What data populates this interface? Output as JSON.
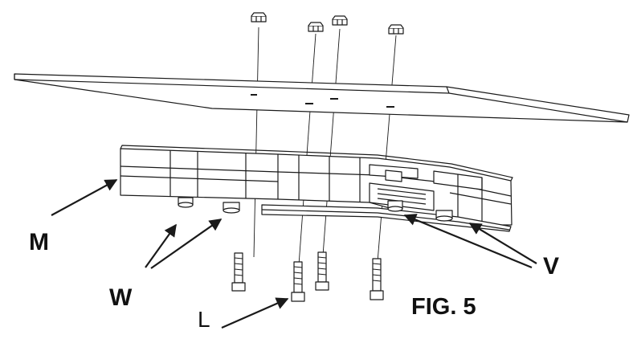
{
  "figure": {
    "caption": "FIG. 5",
    "labels": {
      "m": "M",
      "w": "W",
      "l": "L",
      "v": "V"
    }
  },
  "colors": {
    "line": "#1a1a1a",
    "fill": "#ffffff",
    "background": "#ffffff"
  }
}
